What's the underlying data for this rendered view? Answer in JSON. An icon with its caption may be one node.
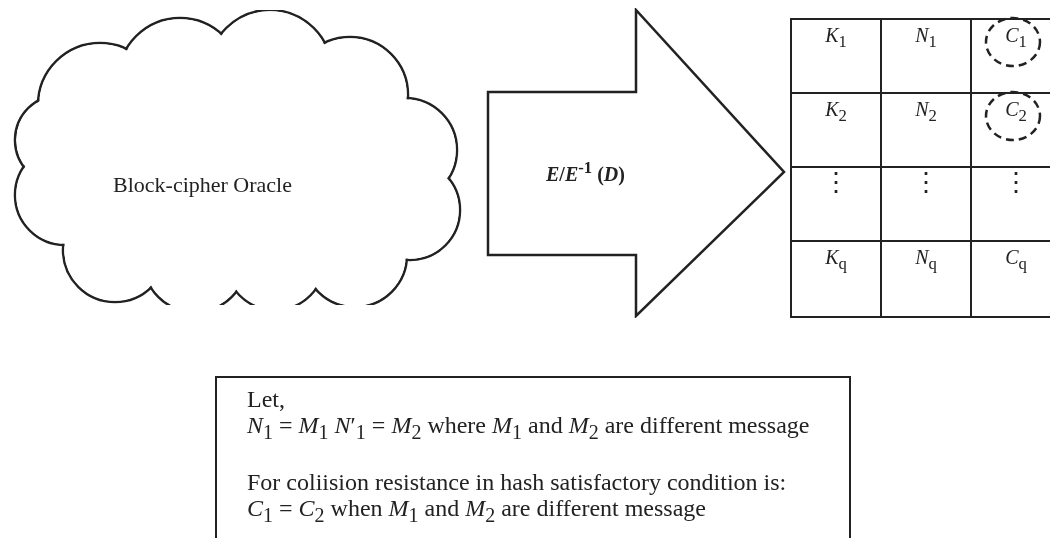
{
  "diagram": {
    "nodes": [
      {
        "text": [
          "Block-cipher Oracle"
        ]
      },
      {
        "text": [
          "*E*/*E*$^{-1}$ (*D*)"
        ]
      },
      {
        "text": [
          "Let,",
          "*N*$_{1}$ = *M*$_{1}$ *N*′$_{1}$ = *M*$_{2}$ where *M*$_{1}$ and *M*$_{2}$ are different message",
          "For coliision resistance in hash satisfactory condition is:",
          "*C*$_{1}$ = *C*$_{2}$ when *M*$_{1}$ and *M*$_{2}$ are different message"
        ]
      }
    ],
    "labels": [
      "*K*$_{1}$",
      "*N*$_{1}$",
      "*C*$_{1}$",
      "*K*$_{2}$",
      "*N*$_{2}$",
      "*C*$_{2}$",
      "⋮",
      "⋮",
      "⋮",
      "*K*$_{q}$",
      "*N*$_{q}$",
      "*C*$_{q}$"
    ]
  }
}
